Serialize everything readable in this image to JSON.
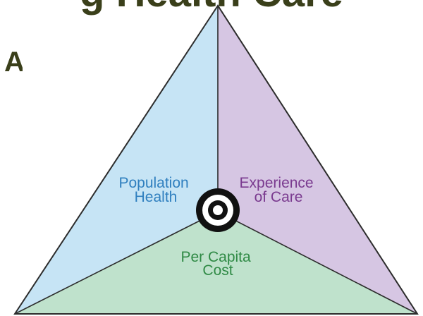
{
  "heading": {
    "title": "g Health Care",
    "fragment": "A"
  },
  "triangle": {
    "sections": [
      {
        "id": "population",
        "lines": [
          "Population",
          "Health"
        ],
        "fill": "#c6e4f5",
        "text_color": "#2f7fbf"
      },
      {
        "id": "experience",
        "lines": [
          "Experience",
          "of Care"
        ],
        "fill": "#d6c6e3",
        "text_color": "#7a3a8f"
      },
      {
        "id": "cost",
        "lines": [
          "Per Capita",
          "Cost"
        ],
        "fill": "#bfe2cc",
        "text_color": "#2f8a45"
      }
    ]
  },
  "colors": {
    "outline": "#2c2c2c",
    "target": "#111111"
  },
  "icons": {
    "center": "target-icon"
  }
}
